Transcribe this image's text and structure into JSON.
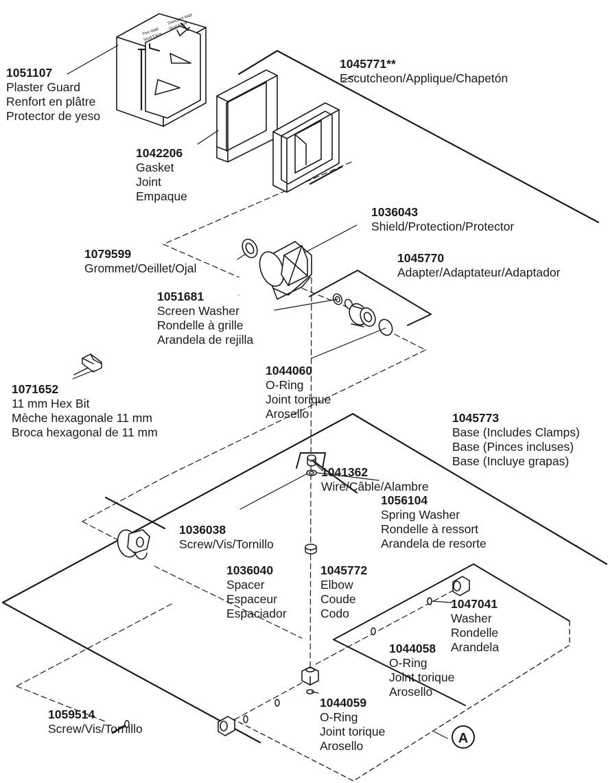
{
  "parts": [
    {
      "id": "1051107",
      "lines": [
        "Plaster Guard",
        "Renfort en plâtre",
        "Protector de yeso"
      ]
    },
    {
      "id": "1045771**",
      "lines": [
        "Escutcheon/Applique/Chapetón"
      ]
    },
    {
      "id": "1042206",
      "lines": [
        "Gasket",
        "Joint",
        "Empaque"
      ]
    },
    {
      "id": "1036043",
      "lines": [
        "Shield/Protection/Protector"
      ]
    },
    {
      "id": "1079599",
      "lines": [
        "Grommet/Oeillet/Ojal"
      ]
    },
    {
      "id": "1045770",
      "lines": [
        "Adapter/Adaptateur/Adaptador"
      ]
    },
    {
      "id": "1051681",
      "lines": [
        "Screen Washer",
        "Rondelle à grille",
        "Arandela de rejilla"
      ]
    },
    {
      "id": "1071652",
      "lines": [
        "11 mm Hex Bit",
        "Mèche hexagonale 11 mm",
        "Broca hexagonal de 11 mm"
      ]
    },
    {
      "id": "1044060",
      "lines": [
        "O-Ring",
        "Joint torique",
        "Arosello"
      ]
    },
    {
      "id": "1045773",
      "lines": [
        "Base (Includes Clamps)",
        "Base (Pinces incluses)",
        "Base (Incluye grapas)"
      ]
    },
    {
      "id": "1041362",
      "lines": [
        "Wire/Câble/Alambre"
      ]
    },
    {
      "id": "1056104",
      "lines": [
        "Spring Washer",
        "Rondelle à ressort",
        "Arandela de resorte"
      ]
    },
    {
      "id": "1036038",
      "lines": [
        "Screw/Vis/Tornillo"
      ]
    },
    {
      "id": "1036040",
      "lines": [
        "Spacer",
        "Espaceur",
        "Espaciador"
      ]
    },
    {
      "id": "1045772",
      "lines": [
        "Elbow",
        "Coude",
        "Codo"
      ]
    },
    {
      "id": "1047041",
      "lines": [
        "Washer",
        "Rondelle",
        "Arandela"
      ]
    },
    {
      "id": "1044058",
      "lines": [
        "O-Ring",
        "Joint torique",
        "Arosello"
      ]
    },
    {
      "id": "1059514",
      "lines": [
        "Screw/Vis/Tornillo"
      ]
    },
    {
      "id": "1044059",
      "lines": [
        "O-Ring",
        "Joint torique",
        "Arosello"
      ]
    }
  ],
  "plaster_guard_text": {
    "left": [
      "Thin Wall",
      "Stud Face"
    ],
    "right": [
      "Standard Wall",
      "Stud Face"
    ]
  },
  "detail_badge": "A"
}
